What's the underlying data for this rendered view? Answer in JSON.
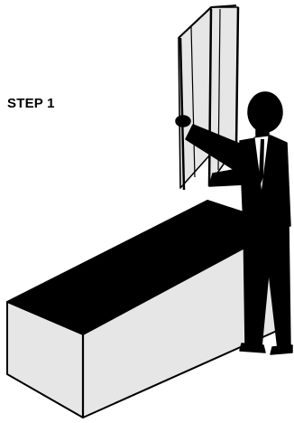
{
  "step": {
    "label": "STEP 1"
  },
  "colors": {
    "ink": "#000000",
    "panel": "#e6e6e6",
    "background": "#ffffff"
  },
  "illustration": {
    "objects": [
      "folding-screen",
      "table",
      "person"
    ]
  }
}
